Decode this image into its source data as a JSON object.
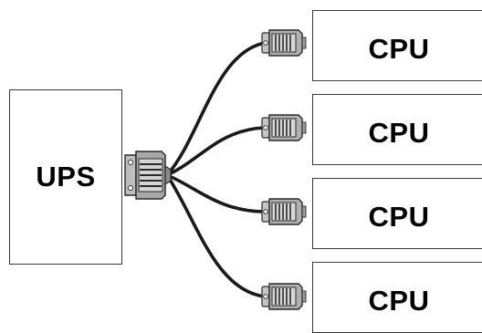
{
  "ups": {
    "label": "UPS"
  },
  "cpus": [
    {
      "label": "CPU"
    },
    {
      "label": "CPU"
    },
    {
      "label": "CPU"
    },
    {
      "label": "CPU"
    }
  ],
  "colors": {
    "cable": "#1a1a1a",
    "connector_fill": "#b4b4b4",
    "connector_dark": "#5c5c5c",
    "box_border": "#3a3a3a"
  }
}
